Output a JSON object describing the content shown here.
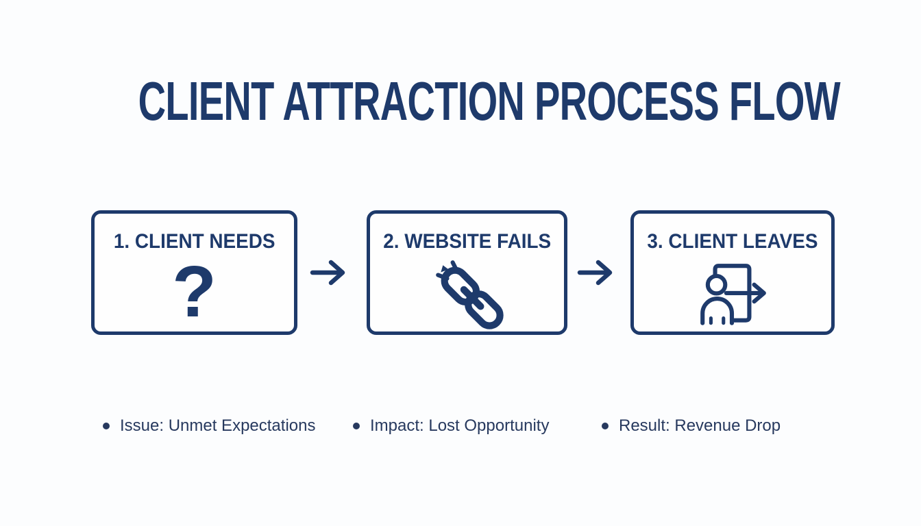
{
  "colors": {
    "navy": "#1e3a6b",
    "background": "#fcfdfe"
  },
  "title": "CLIENT ATTRACTION PROCESS FLOW",
  "steps": [
    {
      "label": "1. CLIENT NEEDS",
      "icon": "question-mark-icon",
      "glyph": "?"
    },
    {
      "label": "2. WEBSITE FAILS",
      "icon": "broken-link-icon"
    },
    {
      "label": "3. CLIENT LEAVES",
      "icon": "person-exit-icon"
    }
  ],
  "connector": "right-arrow",
  "notes": [
    "Issue: Unmet Expectations",
    "Impact: Lost Opportunity",
    "Result: Revenue Drop"
  ]
}
